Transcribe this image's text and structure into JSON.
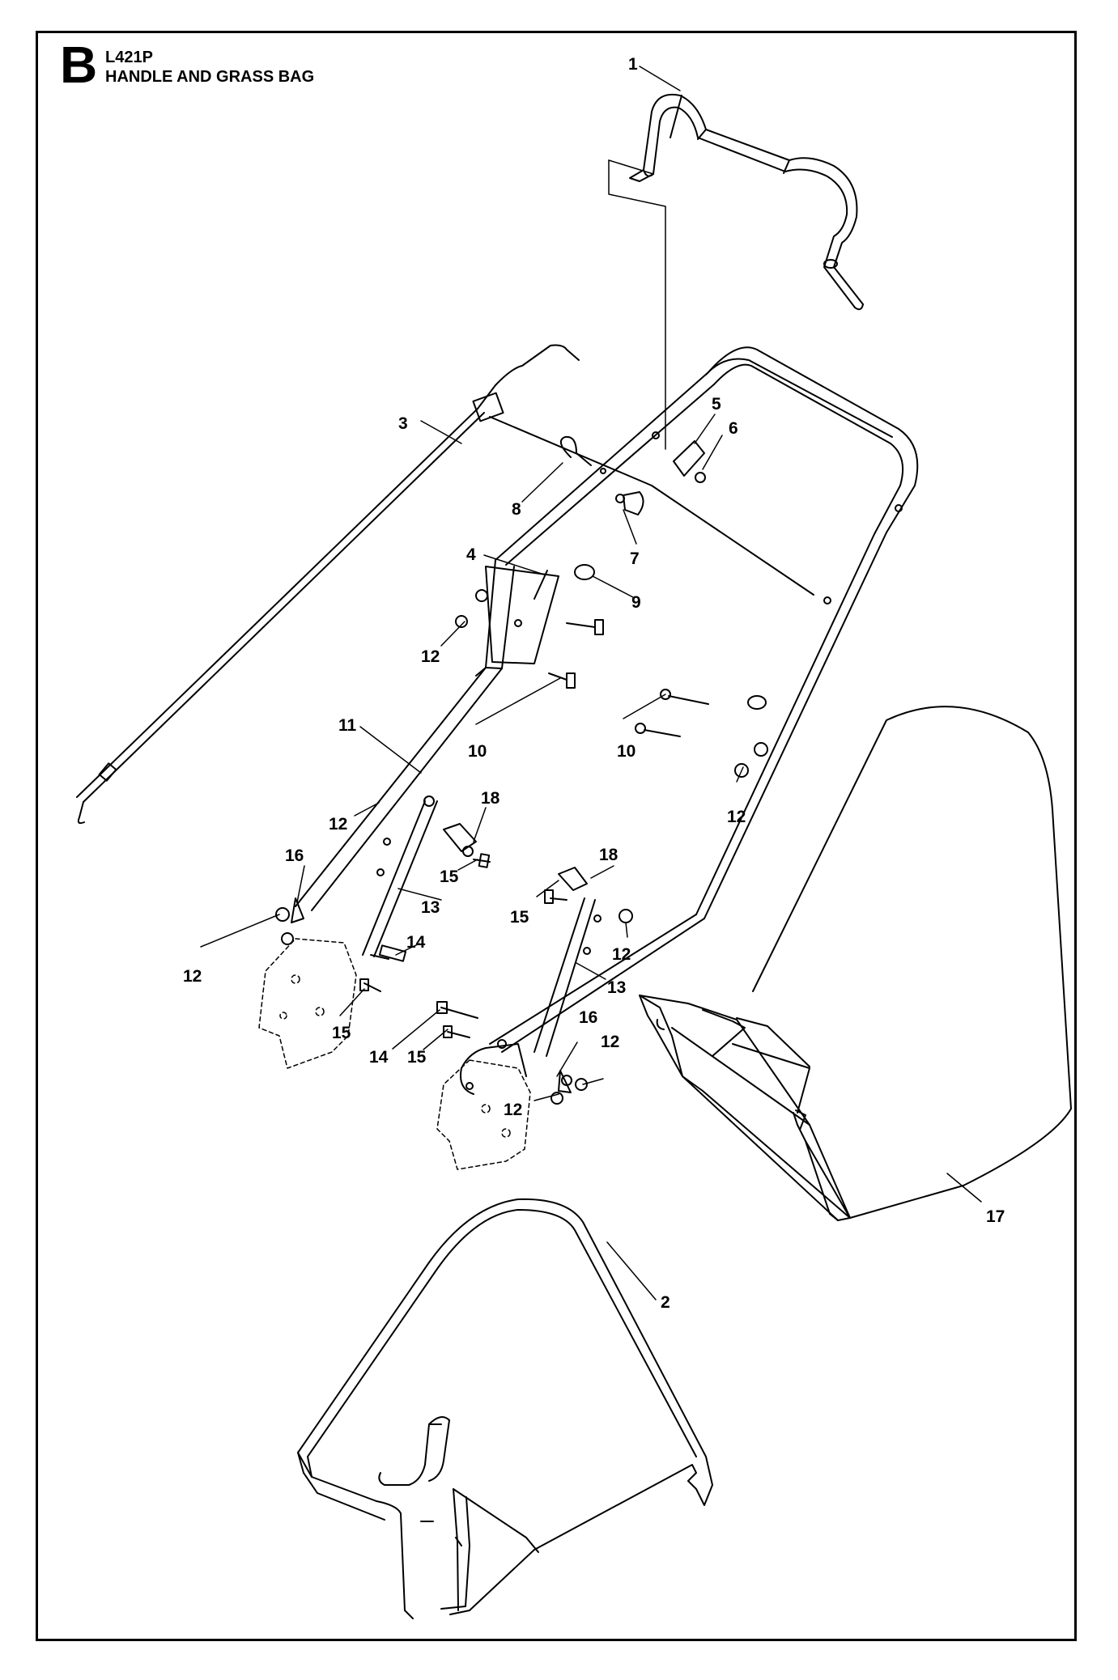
{
  "header": {
    "section_letter": "B",
    "model": "L421P",
    "title": "HANDLE AND GRASS BAG"
  },
  "callouts": [
    {
      "id": "c1",
      "label": "1"
    },
    {
      "id": "c2",
      "label": "2"
    },
    {
      "id": "c3",
      "label": "3"
    },
    {
      "id": "c4",
      "label": "4"
    },
    {
      "id": "c5",
      "label": "5"
    },
    {
      "id": "c6",
      "label": "6"
    },
    {
      "id": "c7",
      "label": "7"
    },
    {
      "id": "c8",
      "label": "8"
    },
    {
      "id": "c9",
      "label": "9"
    },
    {
      "id": "c10a",
      "label": "10"
    },
    {
      "id": "c10b",
      "label": "10"
    },
    {
      "id": "c11",
      "label": "11"
    },
    {
      "id": "c12a",
      "label": "12"
    },
    {
      "id": "c12b",
      "label": "12"
    },
    {
      "id": "c12c",
      "label": "12"
    },
    {
      "id": "c12d",
      "label": "12"
    },
    {
      "id": "c12e",
      "label": "12"
    },
    {
      "id": "c12f",
      "label": "12"
    },
    {
      "id": "c12g",
      "label": "12"
    },
    {
      "id": "c13a",
      "label": "13"
    },
    {
      "id": "c13b",
      "label": "13"
    },
    {
      "id": "c14a",
      "label": "14"
    },
    {
      "id": "c14b",
      "label": "14"
    },
    {
      "id": "c15a",
      "label": "15"
    },
    {
      "id": "c15b",
      "label": "15"
    },
    {
      "id": "c15c",
      "label": "15"
    },
    {
      "id": "c15d",
      "label": "15"
    },
    {
      "id": "c16a",
      "label": "16"
    },
    {
      "id": "c16b",
      "label": "16"
    },
    {
      "id": "c17",
      "label": "17"
    },
    {
      "id": "c18a",
      "label": "18"
    },
    {
      "id": "c18b",
      "label": "18"
    }
  ]
}
